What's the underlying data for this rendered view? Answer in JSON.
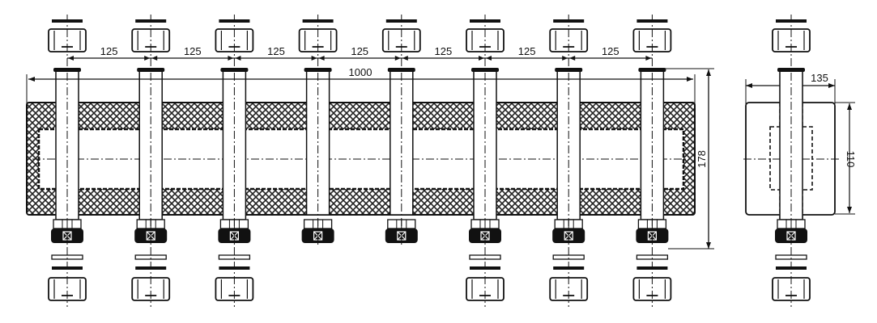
{
  "drawing": {
    "front_view": {
      "port_count": 8,
      "ports_without_bottom_connection": [
        4,
        5
      ],
      "dimensions": {
        "port_spacing": [
          "125",
          "125",
          "125",
          "125",
          "125",
          "125",
          "125"
        ],
        "overall_length": "1000",
        "overall_height": "178"
      }
    },
    "side_view": {
      "dimensions": {
        "width": "135",
        "height": "110"
      }
    },
    "colors": {
      "line": "#111111",
      "background": "#ffffff"
    }
  }
}
